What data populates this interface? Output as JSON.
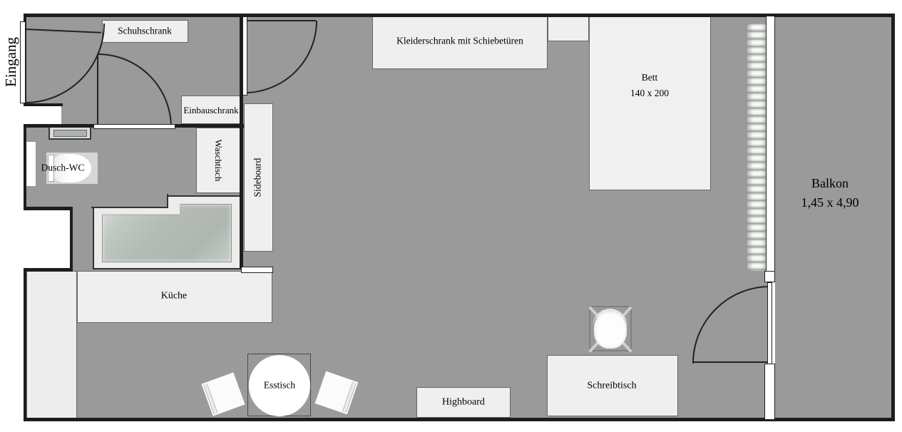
{
  "floorplan": {
    "labels": {
      "entrance": "Eingang",
      "shoe_cabinet": "Schuhschrank",
      "built_in_closet": "Einbauschrank",
      "wardrobe": "Kleiderschrank mit Schiebetüren",
      "bed": "Bett",
      "bed_size": "140 x 200",
      "balcony": "Balkon",
      "balcony_size": "1,45 x 4,90",
      "washstand": "Waschtisch",
      "sideboard": "Sideboard",
      "shower_wc": "Dusch-WC",
      "kitchen": "Küche",
      "dining_table": "Esstisch",
      "highboard": "Highboard",
      "desk": "Schreibtisch"
    },
    "colors": {
      "floor": "#9a9a9a",
      "wall": "#1d1d1d",
      "furniture": "#efefef",
      "furniture_border": "#666666",
      "exterior": "#ffffff",
      "shower_basin": "#b4bab4"
    }
  }
}
